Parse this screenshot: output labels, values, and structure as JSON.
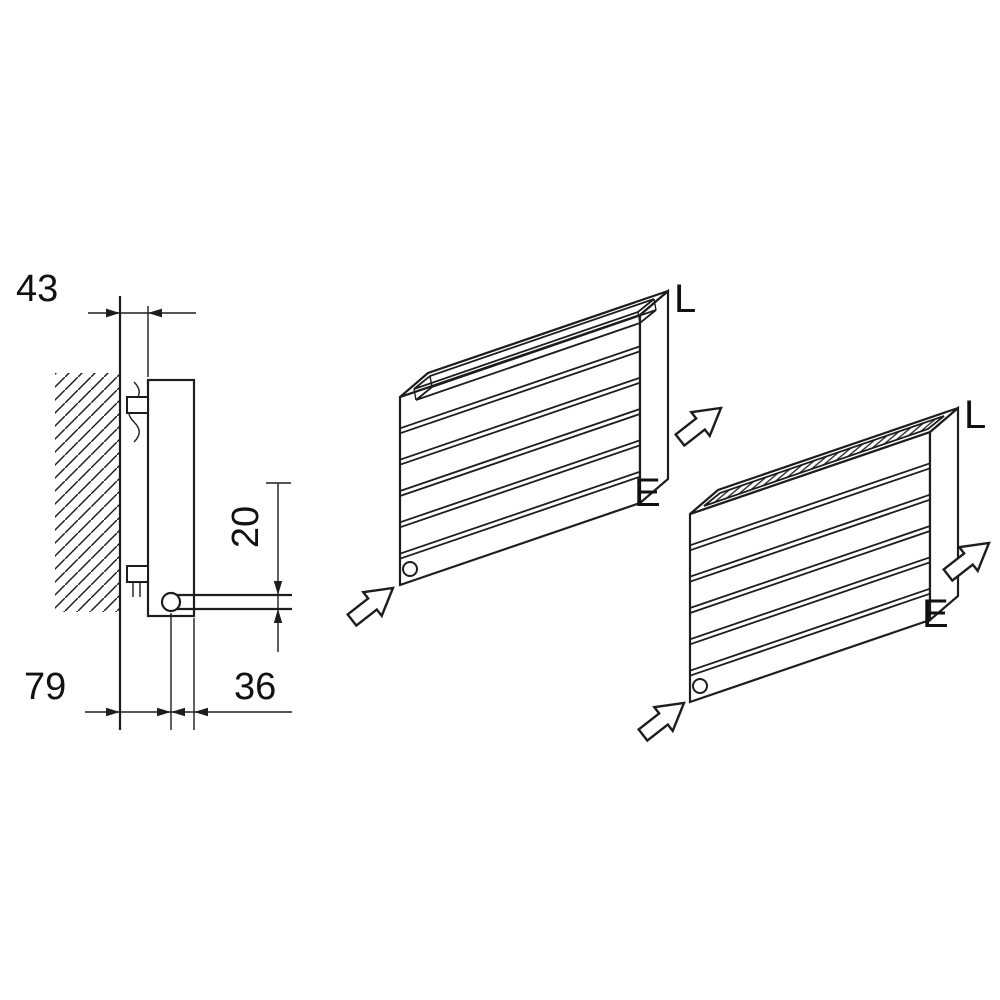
{
  "title": "radiator-installation-diagram",
  "colors": {
    "line": "#1d1d1d",
    "background": "#ffffff",
    "text": "#111111"
  },
  "side_view": {
    "dim_wall_to_radiator": "43",
    "dim_pipe_offset": "20",
    "dim_wall_to_pipe": "79",
    "dim_pipe_to_front": "36"
  },
  "iso_open_top_radiator": {
    "label_outlet": "L",
    "label_inlet": "E"
  },
  "iso_grille_top_radiator": {
    "label_outlet": "L",
    "label_inlet": "E"
  }
}
